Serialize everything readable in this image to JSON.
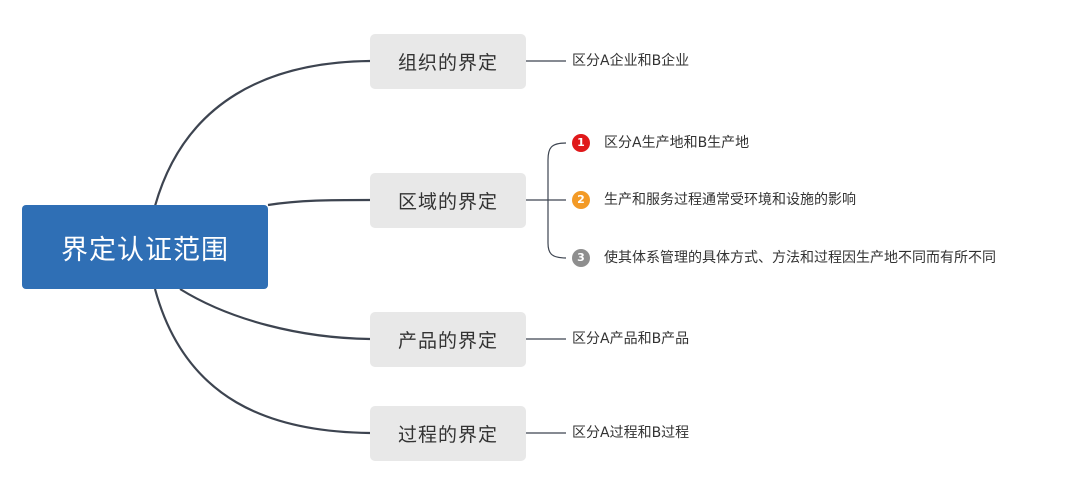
{
  "root": {
    "label": "界定认证范围",
    "color": "#2f6fb5"
  },
  "branches": [
    {
      "label": "组织的界定",
      "leaves": [
        {
          "text": "区分A企业和B企业"
        }
      ]
    },
    {
      "label": "区域的界定",
      "leaves": [
        {
          "text": "区分A生产地和B生产地",
          "badge": "1",
          "badge_color": "#e0181a"
        },
        {
          "text": "生产和服务过程通常受环境和设施的影响",
          "badge": "2",
          "badge_color": "#f39a26"
        },
        {
          "text": "使其体系管理的具体方式、方法和过程因生产地不同而有所不同",
          "badge": "3",
          "badge_color": "#8e8e8e"
        }
      ]
    },
    {
      "label": "产品的界定",
      "leaves": [
        {
          "text": "区分A产品和B产品"
        }
      ]
    },
    {
      "label": "过程的界定",
      "leaves": [
        {
          "text": "区分A过程和B过程"
        }
      ]
    }
  ]
}
